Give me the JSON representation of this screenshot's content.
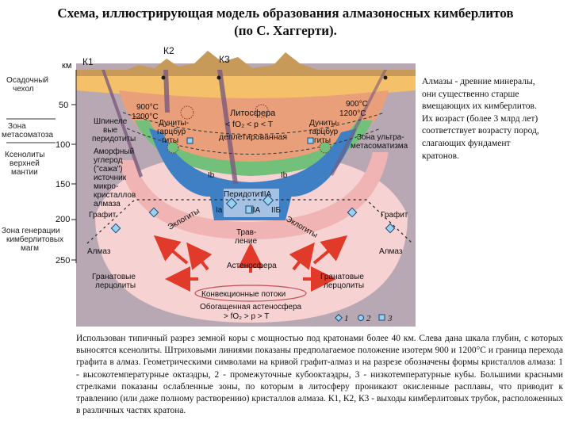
{
  "title": {
    "line1": "Схема, иллюстрирующая модель образования алмазоносных кимберлитов",
    "line2": "(по С. Хаггерти)."
  },
  "depth_scale": {
    "unit": "км",
    "ticks": [
      "50",
      "100",
      "150",
      "200",
      "250"
    ]
  },
  "left_labels": {
    "sediment": [
      "Осадочный",
      "чехол"
    ],
    "metasomatism": [
      "Зона",
      "метасоматоза"
    ],
    "xenoliths": [
      "Ксенолиты",
      "верхней",
      "мантии"
    ],
    "melting": [
      "Зона генерации",
      "кимберлитовых",
      "магм"
    ]
  },
  "pipes": {
    "k1": "К1",
    "k2": "К2",
    "k3": "К3"
  },
  "zones": {
    "lithosphere": "Литосфера",
    "lith_formula": "< fO₂ < p < T",
    "depleted": "деплетированная",
    "temp_left_900": "900°С",
    "temp_left_1200": "1200°С",
    "temp_right_900": "900°С",
    "temp_right_1200": "1200°С",
    "dunite_left": [
      "Дуниты-",
      "гарцбур",
      "гиты"
    ],
    "dunite_right": [
      "Дуниты-",
      "гарцбур",
      "гиты"
    ],
    "spinel": [
      "Шпинеле",
      "вые",
      "перидотиты"
    ],
    "amorphous": [
      "Аморфный",
      "углерод",
      "(\"сажа\")",
      "источник",
      "микро-",
      "кристаллов",
      "алмаза"
    ],
    "ultrametasomatism": [
      "Зона ультра-",
      "метасоматизма"
    ],
    "ib_left": "Іb",
    "ib_right": "Іb",
    "peridotite": "Перидотит",
    "ia": "IIА",
    "ia_left": "Іа",
    "iia_right": "IIА",
    "iib": "IIБ",
    "graphite_left": "Графит",
    "graphite_right": "Графит",
    "eclogite_left": "Эклогиты",
    "eclogite_right": "Эклогиты",
    "etching": [
      "Трав-",
      "ление"
    ],
    "diamond_left": "Алмаз",
    "diamond_right": "Алмаз",
    "asthenosphere": "Астеносфера",
    "garnet_left": [
      "Гранатовые",
      "лерцолиты"
    ],
    "garnet_right": [
      "Гранатовые",
      "лерцолиты"
    ],
    "convection": "Конвекционные потоки",
    "enriched": [
      "Обогащенная астеносфера",
      "> fO₂ > p > T"
    ]
  },
  "legend": {
    "items": [
      "1",
      "2",
      "3"
    ]
  },
  "note_text": "Алмазы - древние минералы, они существенно старше вмещающих их кимберлитов. Их возраст (более 3 млрд лет) соответствует возрасту пород, слагающих фундамент кратонов.",
  "caption_text": "Использован типичный разрез земной коры с мощностью под кратонами более 40 км. Слева дана шкала глубин, с которых выносятся ксенолиты. Штриховыми линиями показаны предполагаемое положение изотерм 900 и 1200°С и граница перехода графита в алмаз. Геометрическими символами на кривой графит-алмаз и на разрезе обозначены формы кристаллов алмаза: 1 - высокотемпературные октаэдры, 2 - промежуточные кубооктаэдры, 3 - низкотемпературные кубы. Большими красными стрелками показаны ослабленные зоны, по которым в литосферу проникают окисленные расплавы, что приводит к травлению (или даже полному растворению) кристаллов алмаза. К1, К2, К3 - выходы кимберлитовых трубок, расположенных в различных частях кратона.",
  "colors": {
    "background_panel": "#b8a8b4",
    "sediment": "#f4c06a",
    "lithosphere": "#e9a07a",
    "green": "#72c07a",
    "blue": "#3f7fc4",
    "pink": "#f0b4b4",
    "asthenosphere": "#f6d2d2",
    "arrow_red": "#e23a2a"
  }
}
